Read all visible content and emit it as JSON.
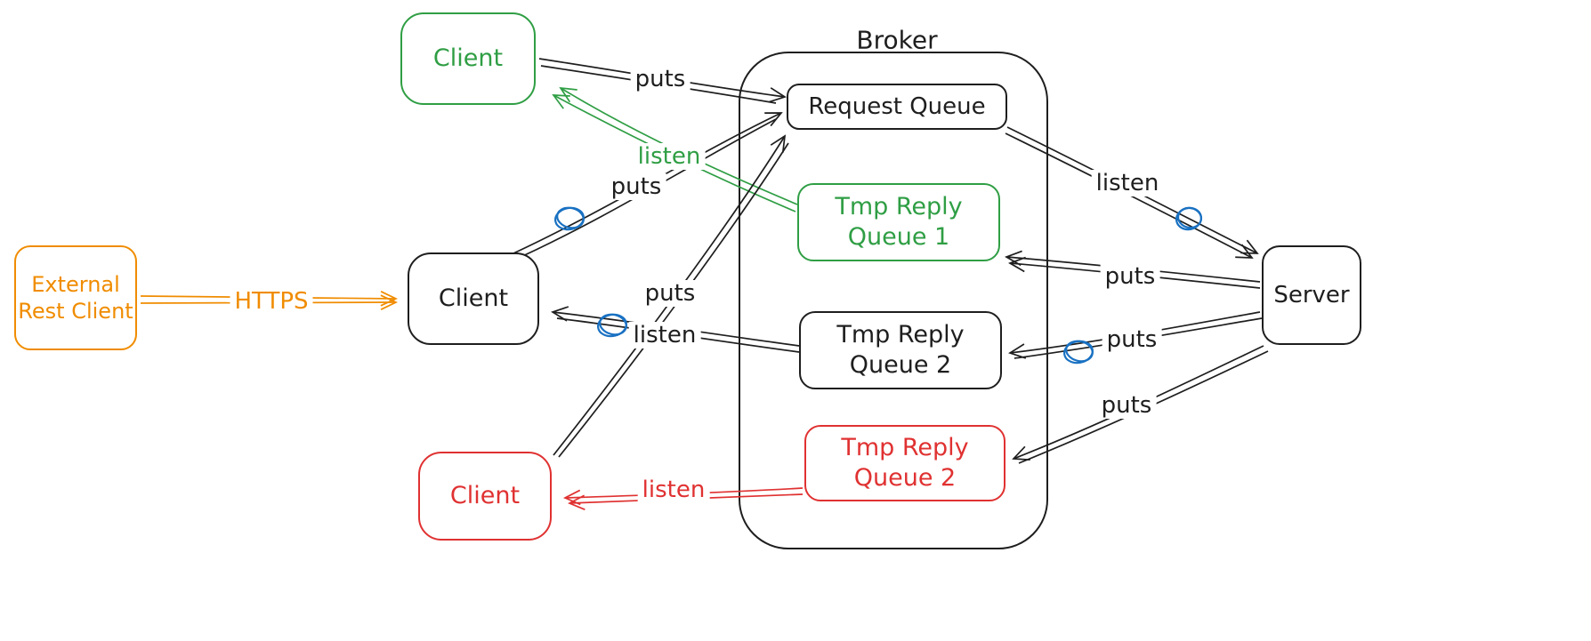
{
  "colors": {
    "black": "#1e1e1e",
    "green": "#2f9e44",
    "red": "#e03131",
    "orange": "#f08c00",
    "blue_annotation": "#1971c2"
  },
  "nodes": {
    "external_rest_client": {
      "label": "External Rest Client",
      "color": "orange"
    },
    "client_top": {
      "label": "Client",
      "color": "green"
    },
    "client_middle": {
      "label": "Client",
      "color": "black"
    },
    "client_bottom": {
      "label": "Client",
      "color": "red"
    },
    "broker": {
      "label": "Broker",
      "color": "black"
    },
    "request_queue": {
      "label": "Request Queue",
      "color": "black"
    },
    "tmp_reply_queue_1": {
      "label": "Tmp Reply Queue 1",
      "color": "green"
    },
    "tmp_reply_queue_2": {
      "label": "Tmp Reply Queue 2",
      "color": "black"
    },
    "tmp_reply_queue_2_red": {
      "label": "Tmp Reply Queue 2",
      "color": "red"
    },
    "server": {
      "label": "Server",
      "color": "black"
    }
  },
  "edge_labels": {
    "puts_client_top_to_request_queue": "puts",
    "listen_tmp1_to_client_top": "listen",
    "puts_client_middle_to_request_queue": "puts",
    "puts_client_bottom_to_request_queue": "puts",
    "listen_tmp2_to_client_middle": "listen",
    "listen_request_queue_to_server": "listen",
    "puts_server_to_tmp1": "puts",
    "puts_server_to_tmp2": "puts",
    "puts_server_to_tmp2_red": "puts",
    "listen_tmp2_red_to_client_bottom": "listen",
    "https_external_to_client": "HTTPS"
  }
}
